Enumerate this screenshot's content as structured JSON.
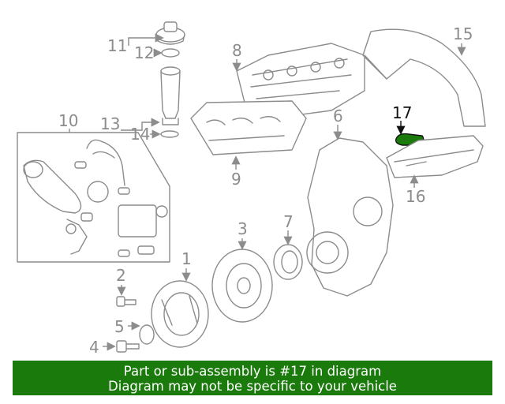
{
  "callouts": {
    "c1": "1",
    "c2": "2",
    "c3": "3",
    "c4": "4",
    "c5": "5",
    "c6": "6",
    "c7": "7",
    "c8": "8",
    "c9": "9",
    "c10": "10",
    "c11": "11",
    "c12": "12",
    "c13": "13",
    "c14": "14",
    "c15": "15",
    "c16": "16",
    "c17": "17"
  },
  "highlight": {
    "part": "17",
    "color": "#1a7a0b"
  },
  "banner": {
    "line1": "Part or sub-assembly is #17 in diagram",
    "line2": "Diagram may not be specific to your vehicle",
    "background": "#1a7a0b"
  }
}
